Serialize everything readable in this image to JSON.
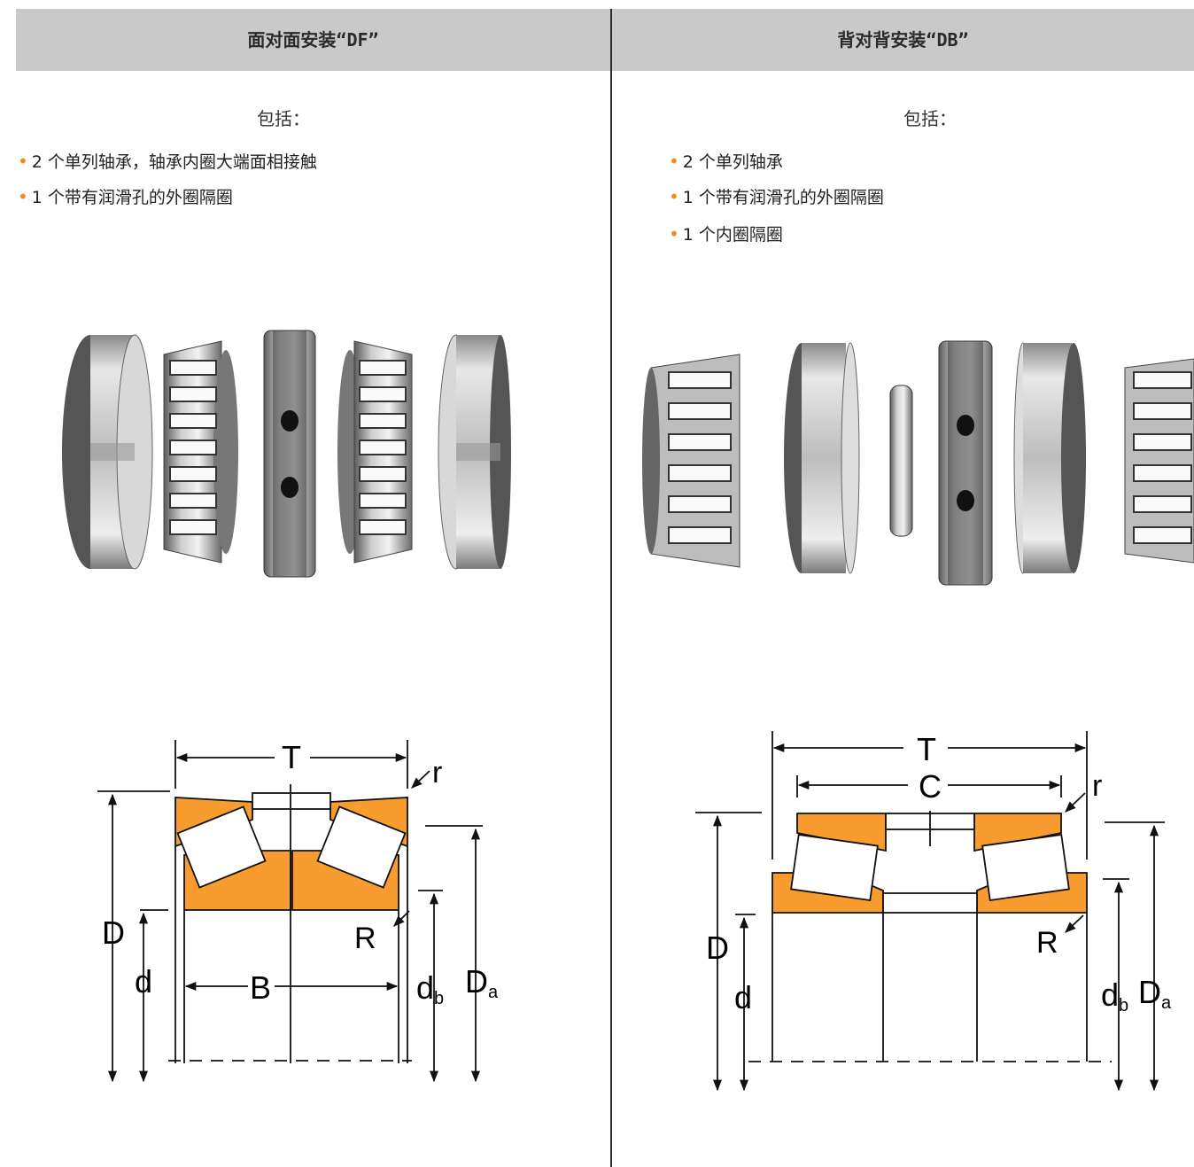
{
  "left": {
    "title": "面对面安装“DF”",
    "includes": "包括：",
    "bullets": [
      "2 个单列轴承，轴承内圈大端面相接触",
      "1 个带有润滑孔的外圈隔圈"
    ]
  },
  "right": {
    "title": "背对背安装“DB”",
    "includes": "包括：",
    "bullets": [
      "2 个单列轴承",
      "1 个带有润滑孔的外圈隔圈",
      "1 个内圈隔圈"
    ]
  },
  "dims": {
    "T": "T",
    "C": "C",
    "r": "r",
    "R": "R",
    "D": "D",
    "d": "d",
    "B": "B",
    "d_main": "d",
    "d_sub": "b",
    "D_main": "D",
    "D_sub": "a"
  },
  "colors": {
    "accent": "#f89c2f",
    "bullet": "#f08c1e",
    "header_bg": "#c9c9c9"
  }
}
